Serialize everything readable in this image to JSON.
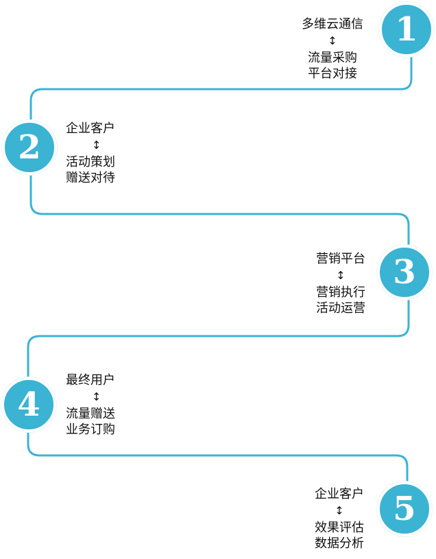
{
  "colors": {
    "accent": "#3bb3d3",
    "text": "#111111",
    "background": "#ffffff"
  },
  "arrow_glyph": "↕",
  "steps": [
    {
      "number": "1",
      "top": "多维云通信",
      "bottom": [
        "流量采购",
        "平台对接"
      ]
    },
    {
      "number": "2",
      "top": "企业客户",
      "bottom": [
        "活动策划",
        "赠送对待"
      ]
    },
    {
      "number": "3",
      "top": "营销平台",
      "bottom": [
        "营销执行",
        "活动运营"
      ]
    },
    {
      "number": "4",
      "top": "最终用户",
      "bottom": [
        "流量赠送",
        "业务订购"
      ]
    },
    {
      "number": "5",
      "top": "企业客户",
      "bottom": [
        "效果评估",
        "数据分析"
      ]
    }
  ]
}
